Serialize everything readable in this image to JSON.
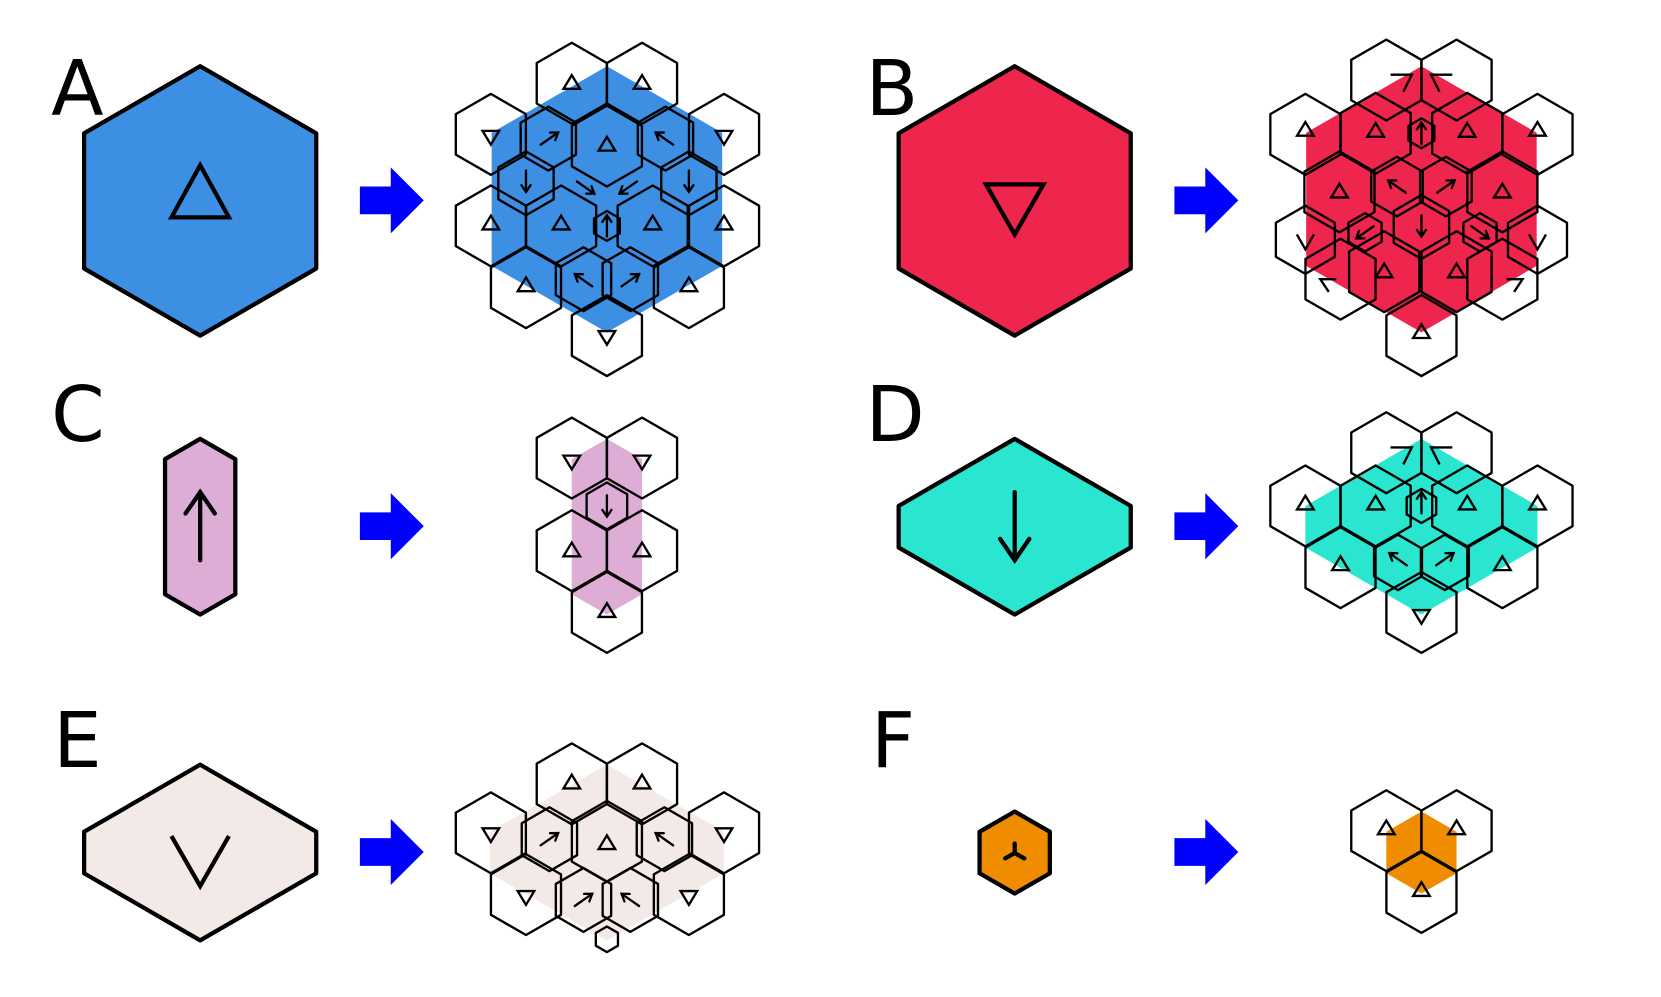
{
  "panels": [
    {
      "label": "A",
      "color": "#3d8fe4",
      "glyph": "triangle-up"
    },
    {
      "label": "B",
      "color": "#ee254d",
      "glyph": "triangle-down"
    },
    {
      "label": "C",
      "color": "#deadd6",
      "glyph": "arrow-up"
    },
    {
      "label": "D",
      "color": "#2ae5cf",
      "glyph": "arrow-down"
    },
    {
      "label": "E",
      "color": "#f3eae8",
      "glyph": "chevron-down"
    },
    {
      "label": "F",
      "color": "#f08c00",
      "glyph": "tri-star"
    }
  ],
  "arrow_color": "#0000ff",
  "stroke_color": "#000000"
}
